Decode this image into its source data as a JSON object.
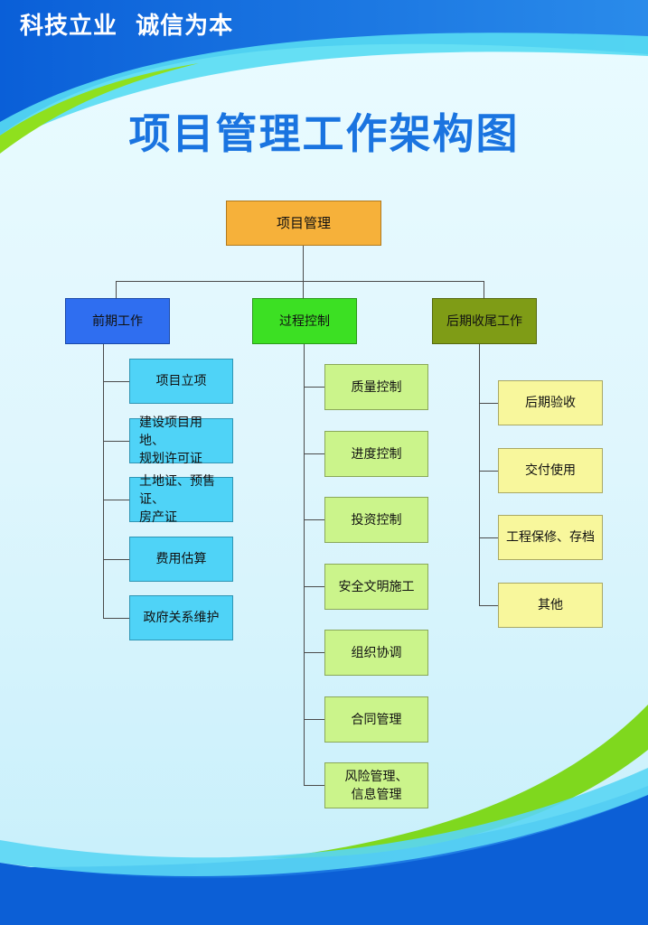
{
  "header": {
    "slogan": "科技立业  诚信为本"
  },
  "title": "项目管理工作架构图",
  "colors": {
    "background_blue": "#0a5fd8",
    "title_blue": "#1a74e0",
    "root": "#f6b13a",
    "branch_1": "#2f6ef0",
    "branch_2": "#3ce023",
    "branch_3": "#7f9c16",
    "leaf_1": "#4fd3f7",
    "leaf_2": "#cbf48b",
    "leaf_3": "#f8f79c"
  },
  "org": {
    "root": "项目管理",
    "branches": [
      {
        "label": "前期工作",
        "children": [
          "项目立项",
          "建设项目用地、\n规划许可证",
          "土地证、预售证、\n房产证",
          "费用估算",
          "政府关系维护"
        ]
      },
      {
        "label": "过程控制",
        "children": [
          "质量控制",
          "进度控制",
          "投资控制",
          "安全文明施工",
          "组织协调",
          "合同管理",
          "风险管理、\n信息管理"
        ]
      },
      {
        "label": "后期收尾工作",
        "children": [
          "后期验收",
          "交付使用",
          "工程保修、存档",
          "其他"
        ]
      }
    ]
  }
}
